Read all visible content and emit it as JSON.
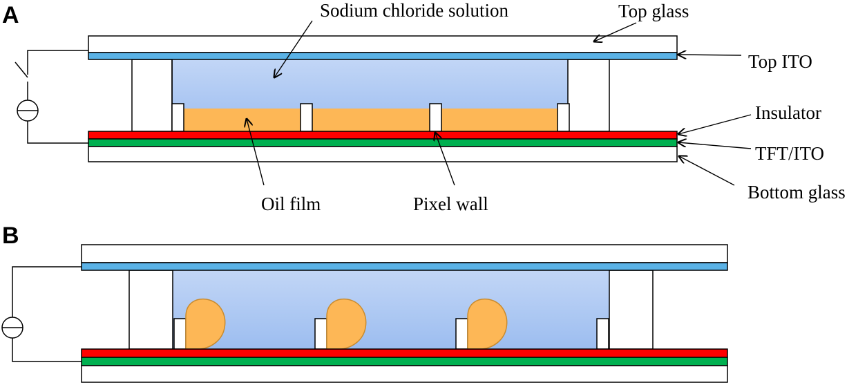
{
  "panels": [
    {
      "label": "A",
      "state": "voltage-off",
      "layers": {
        "top_glass": "Top glass",
        "top_ito": "Top ITO",
        "insulator": "Insulator",
        "tft_ito": "TFT/ITO",
        "bottom_glass": "Bottom glass"
      },
      "annotations": {
        "solution": "Sodium chloride solution",
        "oil": "Oil film",
        "pixel_wall": "Pixel wall"
      }
    },
    {
      "label": "B",
      "state": "voltage-on"
    }
  ],
  "colors": {
    "glass": "#ffffff",
    "ito_top": "#5ab2e6",
    "solution_top": "#c2d6f6",
    "solution_bottom": "#9cbdf0",
    "oil": "#fdb756",
    "insulator": "#ff0000",
    "tft_ito": "#00b050",
    "outline": "#000000"
  },
  "icons": [
    "voltage-source-icon",
    "switch-icon"
  ]
}
